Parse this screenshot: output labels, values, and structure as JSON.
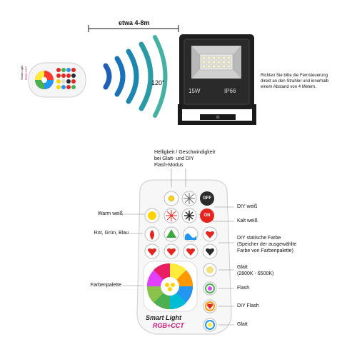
{
  "top": {
    "distance_label": "etwa 4-8m",
    "angle_label": "120°",
    "light_power": "15W",
    "light_ip": "IP66",
    "instruction": [
      "Richten Sie bitte die Fernsteuerung",
      "direkt an den Strahler und innerhalb",
      "einem Abstand von 4 Metern."
    ]
  },
  "small_remote": {
    "brand": "Smart Light",
    "mode": "RGB+CCT"
  },
  "callouts": {
    "brightness": [
      "Helligkeit / Geschwindigkeit",
      "bei Glatt- und DIY",
      "Flash-Modus"
    ],
    "diy_white": "DIY weiß",
    "warm_white": "Warm weiß",
    "cold_white": "Kalt weiß",
    "rgb": "Rot, Grün, Blau",
    "diy_static": [
      "DIY statische Farbe",
      "(Speicher der ausgewählte",
      "Farbe von Farbenpalette)"
    ],
    "palette": "Farbenpalette",
    "smooth_cct": [
      "Glatt",
      "(2800K - 6500K)"
    ],
    "flash": "Flash",
    "diy_flash": "DIY Flash",
    "smooth": "Glatt"
  },
  "remote": {
    "off_label": "OFF",
    "on_label": "ON",
    "brand": "Smart Light",
    "mode": "RGB+CCT"
  },
  "colors": {
    "on_red": "#e4261f",
    "off_dark": "#2b2b2b",
    "warm_yellow": "#ffd200",
    "heart_red": "#e52620",
    "light_body": "#1f1f1f",
    "mode_label": "#cc1177"
  }
}
